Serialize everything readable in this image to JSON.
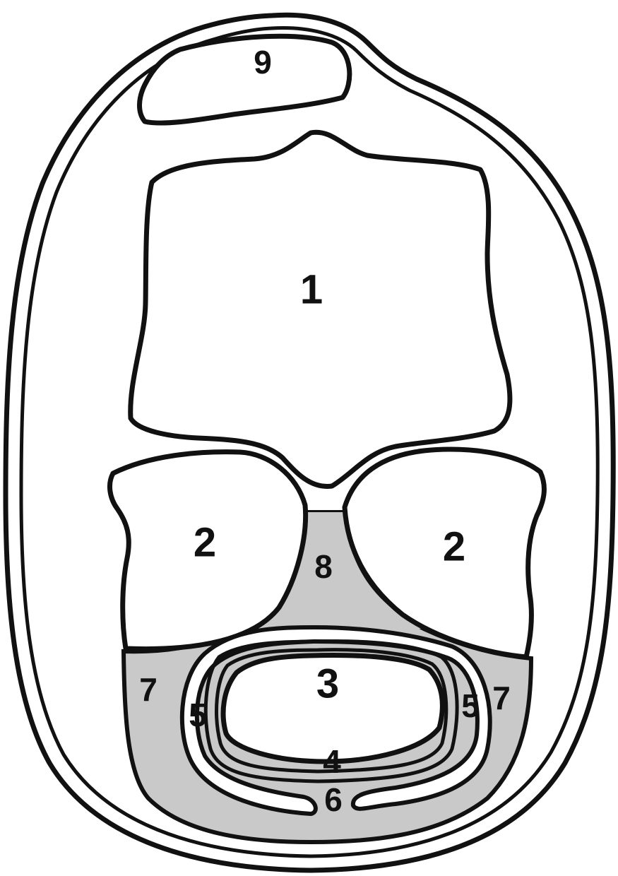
{
  "colors": {
    "stroke": "#111111",
    "shaded_tissue": "#c9c9c9",
    "background": "#ffffff"
  },
  "labels": {
    "l1": "1",
    "l2_left": "2",
    "l2_right": "2",
    "l3": "3",
    "l4": "4",
    "l5_left": "5",
    "l5_right": "5",
    "l6": "6",
    "l7_left": "7",
    "l7_right": "7",
    "l8": "8",
    "l9": "9"
  }
}
